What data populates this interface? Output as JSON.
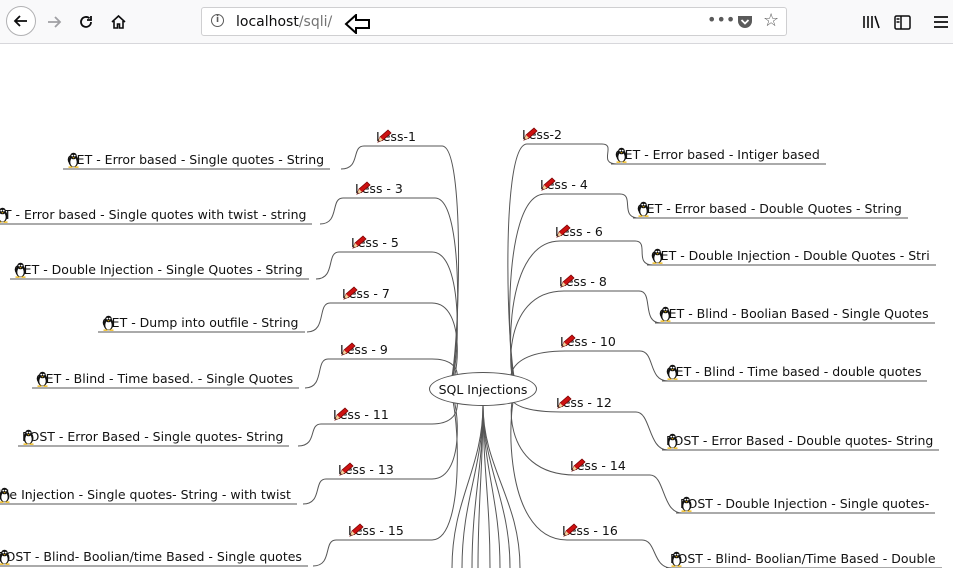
{
  "browser": {
    "url_host": "localhost",
    "url_path": "/sqli/",
    "icons": [
      "back-icon",
      "forward-icon",
      "reload-icon",
      "home-icon",
      "info-icon",
      "page-actions-icon",
      "pocket-icon",
      "bookmark-star-icon",
      "library-icon",
      "sidebar-icon",
      "menu-icon"
    ]
  },
  "mindmap": {
    "center": "SQL Injections",
    "left_less": [
      "Less-1",
      "Less - 3",
      "Less - 5",
      "Less - 7",
      "Less - 9",
      "Less - 11",
      "Less - 13",
      "Less - 15"
    ],
    "left_leaf": [
      "GET - Error based - Single quotes - String",
      "ET - Error based - Single quotes with twist - string",
      "GET - Double Injection - Single Quotes - String",
      "GET - Dump into outfile - String",
      "GET - Blind - Time based. -  Single Quotes",
      "POST - Error Based - Single quotes- String",
      "ble Injection - Single quotes- String - with twist",
      "POST - Blind- Boolian/time Based - Single quotes"
    ],
    "right_less": [
      "Less-2",
      "Less - 4",
      "Less - 6",
      "Less - 8",
      "Less - 10",
      "Less - 12",
      "Less - 14",
      "Less - 16"
    ],
    "right_leaf": [
      "GET - Error based - Intiger based",
      "GET - Error based - Double Quotes - String",
      "GET - Double Injection - Double Quotes - Stri",
      "GET - Blind - Boolian Based - Single Quotes",
      "GET - Blind - Time based - double quotes",
      "POST - Error Based - Double quotes- String",
      "POST - Double Injection - Single quotes-",
      "POST - Blind- Boolian/Time Based - Double"
    ]
  }
}
